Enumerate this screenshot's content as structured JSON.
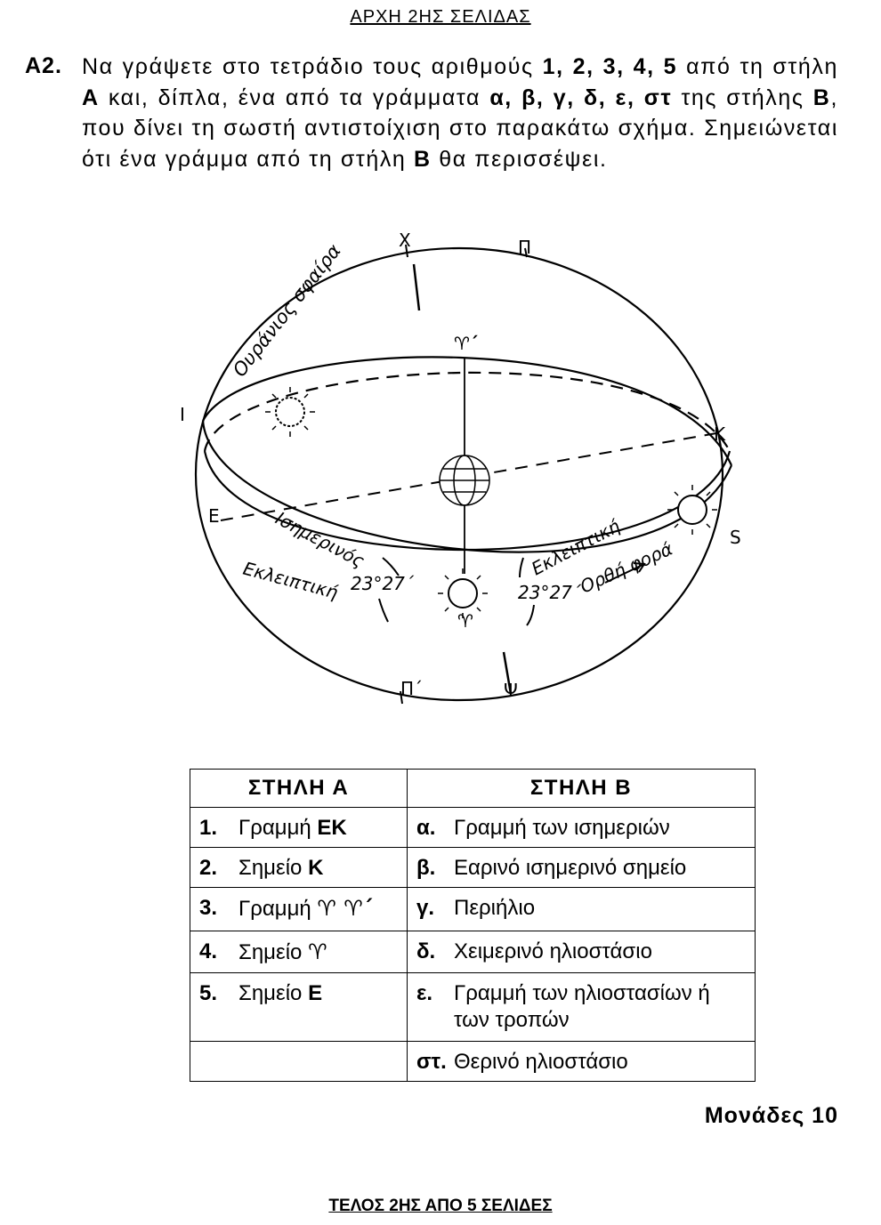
{
  "header": {
    "text": "ΑΡΧΗ 2ΗΣ ΣΕΛΙΔΑΣ"
  },
  "question": {
    "label": "Α2.",
    "text_parts": [
      "Να γράψετε στο τετράδιο τους αριθμούς ",
      "1, 2, 3, 4, 5",
      " από τη στήλη ",
      "Α",
      " και, δίπλα, ένα από τα γράμματα ",
      "α, β, γ, δ, ε, στ",
      " της στήλης ",
      "Β",
      ", που δίνει τη σωστή αντιστοίχιση στο παρακάτω σχήμα. Σημειώνεται ότι ένα γράμμα από τη στήλη ",
      "Β",
      " θα περισσέψει."
    ]
  },
  "figure": {
    "labels": {
      "x": "Χ",
      "p": "Π",
      "p_prime": "Π΄",
      "psi": "Ψ",
      "i": "Ι",
      "k": "Κ",
      "e": "Ε",
      "s": "S",
      "gamma_prime": "♈΄",
      "gamma": "♈",
      "celestial_sphere": "Ουράνιος σφαίρα",
      "equator": "Ισημερινός",
      "ecliptic_left": "Εκλειπτική",
      "ecliptic_right": "Εκλειπτική",
      "angle_left": "23°27΄",
      "angle_right": "23°27΄",
      "direct_motion": "Ορθή φορά"
    }
  },
  "table": {
    "header_a": "ΣΤΗΛΗ Α",
    "header_b": "ΣΤΗΛΗ Β",
    "column_a": [
      {
        "num": "1.",
        "text": "Γραμμή ",
        "bold": "ΕΚ"
      },
      {
        "num": "2.",
        "text": "Σημείο ",
        "bold": "Κ"
      },
      {
        "num": "3.",
        "text": "Γραμμή ",
        "bold": "♈ ♈΄"
      },
      {
        "num": "4.",
        "text": "Σημείο ",
        "bold": "♈"
      },
      {
        "num": "5.",
        "text": "Σημείο ",
        "bold": "Ε"
      }
    ],
    "column_b": [
      {
        "letter": "α.",
        "text": "Γραμμή των ισημεριών"
      },
      {
        "letter": "β.",
        "text": "Εαρινό ισημερινό σημείο"
      },
      {
        "letter": "γ.",
        "text": "Περιήλιο"
      },
      {
        "letter": "δ.",
        "text": "Χειμερινό ηλιοστάσιο"
      },
      {
        "letter": "ε.",
        "text": "Γραμμή των ηλιοστασίων ή των τροπών"
      },
      {
        "letter": "στ.",
        "text": "Θερινό ηλιοστάσιο"
      }
    ]
  },
  "monades": "Μονάδες 10",
  "footer": {
    "text": "ΤΕΛΟΣ 2ΗΣ ΑΠΟ 5 ΣΕΛΙΔΕΣ"
  }
}
